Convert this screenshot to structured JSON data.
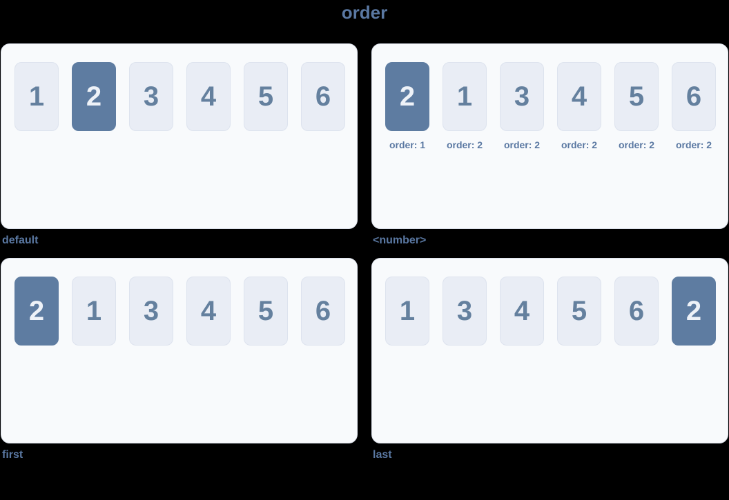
{
  "title": "order",
  "colors": {
    "background": "#000000",
    "panel_bg": "#f8fafc",
    "panel_border": "#dce1eb",
    "box_bg": "#e9edf5",
    "box_border": "#dde3ee",
    "box_text": "#64809e",
    "highlight_bg": "#5e7ca1",
    "highlight_text": "#eef2f8",
    "label_text": "#5a78a2"
  },
  "panels": [
    {
      "caption": "default",
      "items": [
        {
          "n": "1"
        },
        {
          "n": "2",
          "highlight": true
        },
        {
          "n": "3"
        },
        {
          "n": "4"
        },
        {
          "n": "5"
        },
        {
          "n": "6"
        }
      ]
    },
    {
      "caption": "<number>",
      "items": [
        {
          "n": "2",
          "highlight": true,
          "sub": "order: 1"
        },
        {
          "n": "1",
          "sub": "order: 2"
        },
        {
          "n": "3",
          "sub": "order: 2"
        },
        {
          "n": "4",
          "sub": "order: 2"
        },
        {
          "n": "5",
          "sub": "order: 2"
        },
        {
          "n": "6",
          "sub": "order: 2"
        }
      ]
    },
    {
      "caption": "first",
      "items": [
        {
          "n": "2",
          "highlight": true
        },
        {
          "n": "1"
        },
        {
          "n": "3"
        },
        {
          "n": "4"
        },
        {
          "n": "5"
        },
        {
          "n": "6"
        }
      ]
    },
    {
      "caption": "last",
      "items": [
        {
          "n": "1"
        },
        {
          "n": "3"
        },
        {
          "n": "4"
        },
        {
          "n": "5"
        },
        {
          "n": "6"
        },
        {
          "n": "2",
          "highlight": true
        }
      ]
    }
  ]
}
